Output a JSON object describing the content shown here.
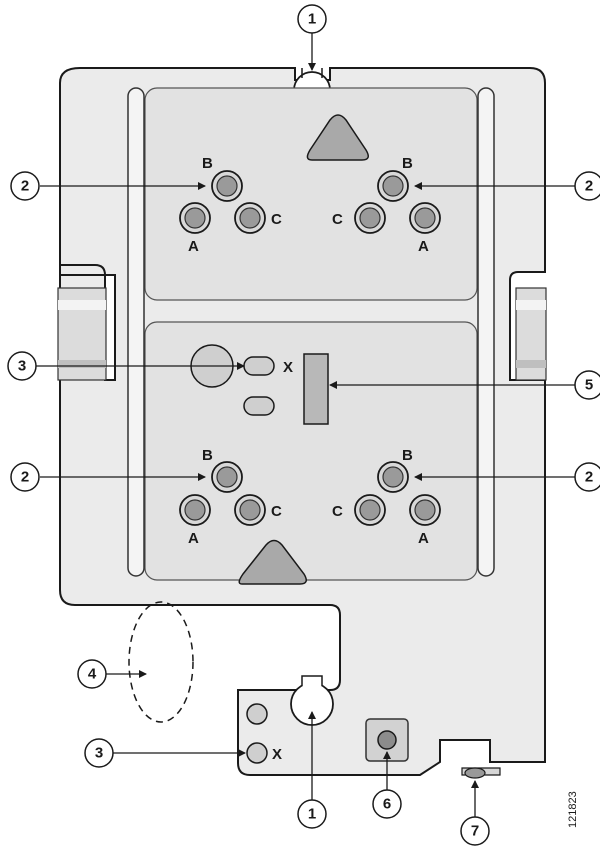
{
  "callouts": {
    "c1": "1",
    "c2": "2",
    "c3": "3",
    "c4": "4",
    "c5": "5",
    "c6": "6",
    "c7": "7"
  },
  "hole_labels": {
    "a": "A",
    "b": "B",
    "c": "C",
    "x": "X"
  },
  "figure_number": "121823"
}
